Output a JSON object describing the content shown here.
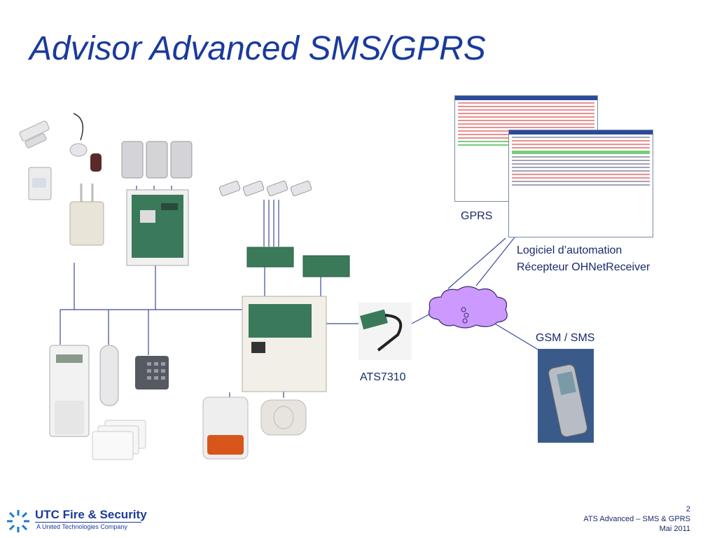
{
  "title": "Advisor Advanced SMS/GPRS",
  "labels": {
    "gprs": "GPRS",
    "software_line1": "Logiciel d’automation",
    "software_line2": "Récepteur OHNetReceiver",
    "gsm_sms": "GSM / SMS",
    "ats": "ATS7310"
  },
  "footer": {
    "page": "2",
    "line1": "ATS Advanced – SMS & GPRS",
    "line2": "Mai 2011"
  },
  "brand": {
    "name": "UTC Fire & Security",
    "sub": "A United Technologies Company"
  },
  "colors": {
    "title": "#1a3a9c",
    "cloud": "#cc99ff",
    "lines": "#3a4a9a"
  }
}
